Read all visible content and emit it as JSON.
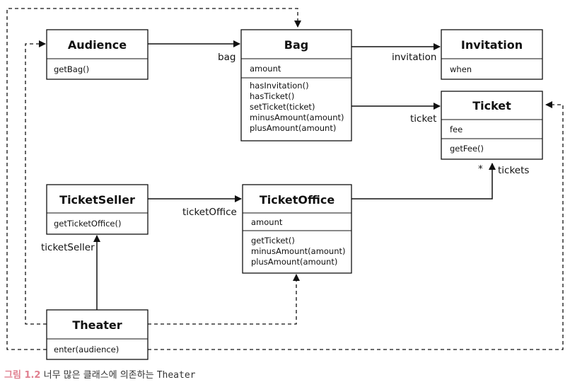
{
  "classes": {
    "audience": {
      "name": "Audience",
      "methods": [
        "getBag()"
      ]
    },
    "bag": {
      "name": "Bag",
      "fields": [
        "amount"
      ],
      "methods": [
        "hasInvitation()",
        "hasTicket()",
        "setTicket(ticket)",
        "minusAmount(amount)",
        "plusAmount(amount)"
      ]
    },
    "invitation": {
      "name": "Invitation",
      "fields": [
        "when"
      ]
    },
    "ticket": {
      "name": "Ticket",
      "fields": [
        "fee"
      ],
      "methods": [
        "getFee()"
      ]
    },
    "ticketseller": {
      "name": "TicketSeller",
      "methods": [
        "getTicketOffice()"
      ]
    },
    "ticketoffice": {
      "name": "TicketOffice",
      "fields": [
        "amount"
      ],
      "methods": [
        "getTicket()",
        "minusAmount(amount)",
        "plusAmount(amount)"
      ]
    },
    "theater": {
      "name": "Theater",
      "methods": [
        "enter(audience)"
      ]
    }
  },
  "relations": {
    "bag": "bag",
    "invitation": "invitation",
    "ticket": "ticket",
    "tickets": "tickets",
    "tickets_multiplicity": "*",
    "ticketOffice": "ticketOffice",
    "ticketSeller": "ticketSeller"
  },
  "caption": {
    "figure": "그림 1.2",
    "text": "너무 많은 클래스에 의존하는",
    "code": "Theater"
  }
}
